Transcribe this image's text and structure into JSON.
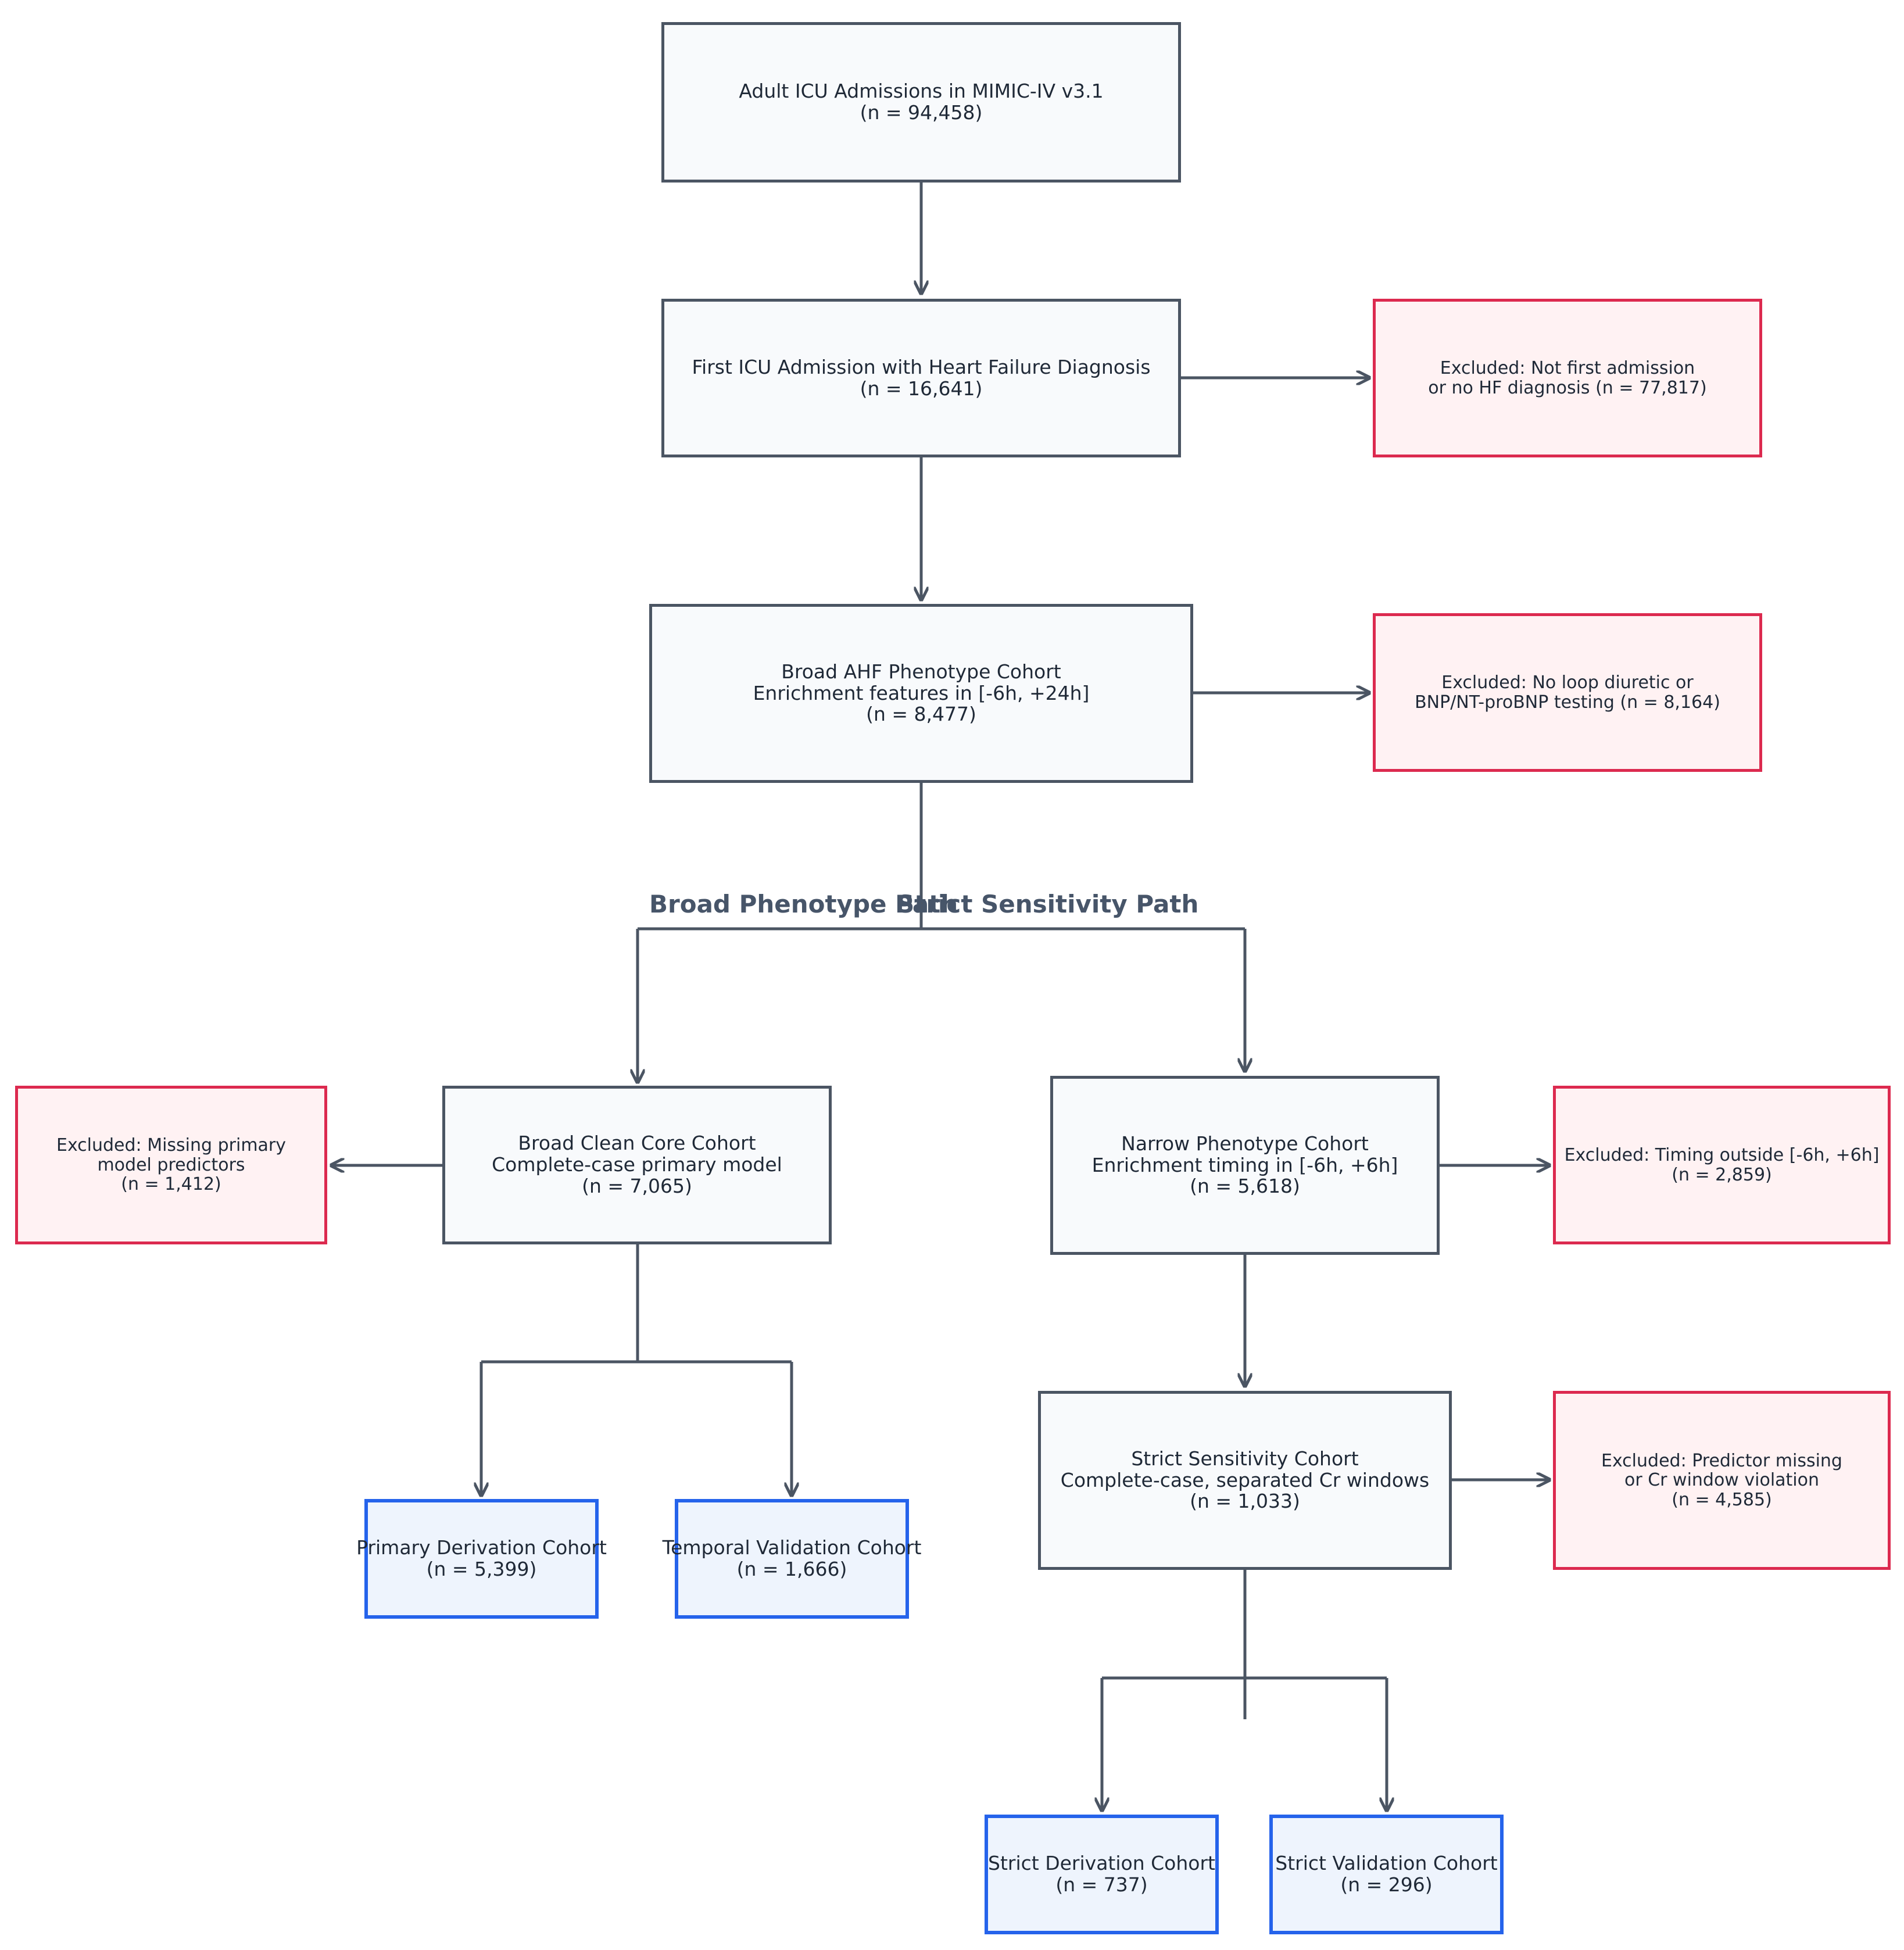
{
  "nodes": {
    "adult_icu": {
      "lines": [
        "Adult ICU Admissions in MIMIC-IV v3.1",
        "(n = 94,458)"
      ]
    },
    "first_icu_hf": {
      "lines": [
        "First ICU Admission with Heart Failure Diagnosis",
        "(n = 16,641)"
      ]
    },
    "broad_ahf": {
      "lines": [
        "Broad AHF Phenotype Cohort",
        "Enrichment features in [-6h, +24h]",
        "(n = 8,477)"
      ]
    },
    "broad_clean_core": {
      "lines": [
        "Broad Clean Core Cohort",
        "Complete-case primary model",
        "(n = 7,065)"
      ]
    },
    "narrow_phenotype": {
      "lines": [
        "Narrow Phenotype Cohort",
        "Enrichment timing in [-6h, +6h]",
        "(n = 5,618)"
      ]
    },
    "strict_sensitivity": {
      "lines": [
        "Strict Sensitivity Cohort",
        "Complete-case, separated Cr windows",
        "(n = 1,033)"
      ]
    },
    "primary_derivation": {
      "lines": [
        "Primary Derivation Cohort",
        "(n = 5,399)"
      ]
    },
    "temporal_validation": {
      "lines": [
        "Temporal Validation Cohort",
        "(n = 1,666)"
      ]
    },
    "strict_derivation": {
      "lines": [
        "Strict Derivation Cohort",
        "(n = 737)"
      ]
    },
    "strict_validation": {
      "lines": [
        "Strict Validation Cohort",
        "(n = 296)"
      ]
    }
  },
  "exclusions": {
    "not_first": {
      "lines": [
        "Excluded: Not first admission",
        "or no HF diagnosis (n = 77,817)"
      ]
    },
    "no_diuretic": {
      "lines": [
        "Excluded: No loop diuretic or",
        "BNP/NT-proBNP testing (n = 8,164)"
      ]
    },
    "missing_predictors": {
      "lines": [
        "Excluded: Missing primary",
        "model predictors",
        "(n = 1,412)"
      ]
    },
    "timing_outside": {
      "lines": [
        "Excluded: Timing outside [-6h, +6h]",
        "(n = 2,859)"
      ]
    },
    "predictor_missing": {
      "lines": [
        "Excluded: Predictor missing",
        "or Cr window violation",
        "(n = 4,585)"
      ]
    }
  },
  "path_labels": {
    "broad": "Broad Phenotype Path",
    "strict": "Strict Sensitivity Path"
  },
  "colors": {
    "line": "#4b5563",
    "main_fill": "#f8fafc",
    "exclusion_border": "#dc2a4f",
    "exclusion_fill": "#fff2f3",
    "final_border": "#2563eb",
    "final_fill": "#eef4fd"
  }
}
